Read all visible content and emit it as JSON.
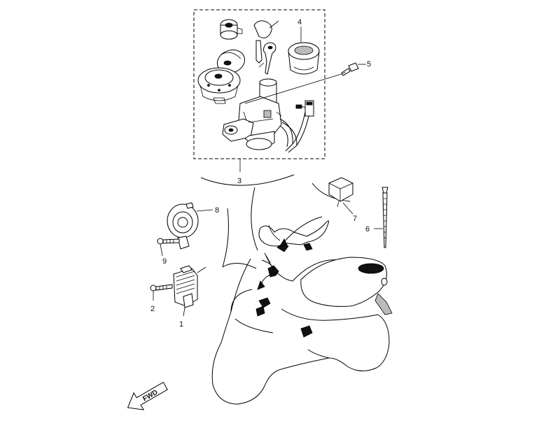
{
  "callouts": {
    "c1": "1",
    "c2": "2",
    "c3": "3",
    "c4": "4",
    "c5": "5",
    "c6": "6",
    "c7": "7",
    "c8": "8",
    "c9": "9"
  },
  "fwd_label": "FWD"
}
